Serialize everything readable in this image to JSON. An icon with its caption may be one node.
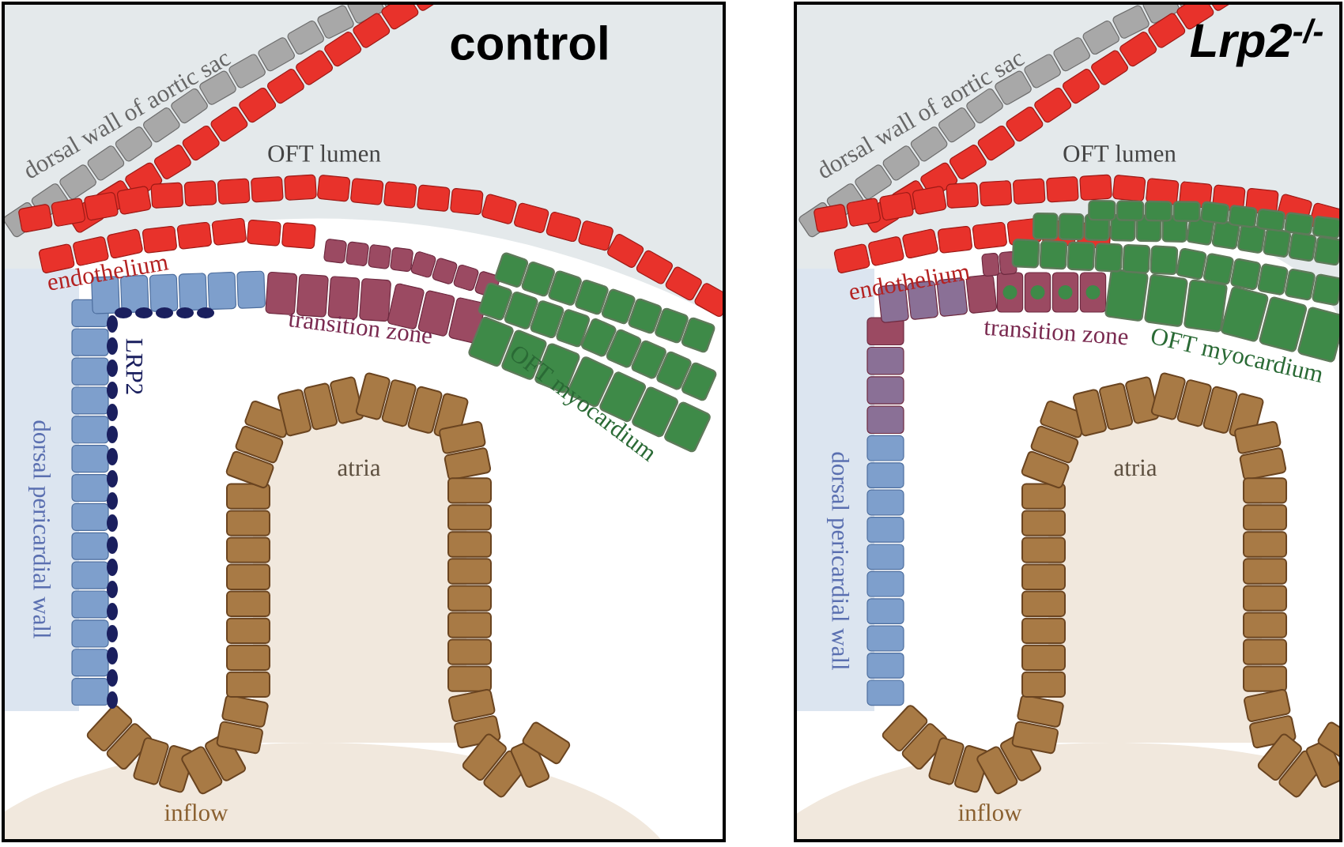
{
  "diagram": {
    "nodes": [
      {
        "text": [
          "control",
          "dorsal wall of aortic sac",
          "OFT lumen",
          "endothelium",
          "transition zone",
          "LRP2",
          "OFT myocardium",
          "dorsal pericardial wall",
          "atria",
          "inflow"
        ]
      },
      {
        "text": [
          "Lrp2$^{-/-}$",
          "dorsal wall of aortic sac",
          "OFT lumen",
          "endothelium",
          "transition zone",
          "OFT myocardium",
          "dorsal pericardial wall",
          "atria",
          "inflow"
        ]
      }
    ]
  }
}
